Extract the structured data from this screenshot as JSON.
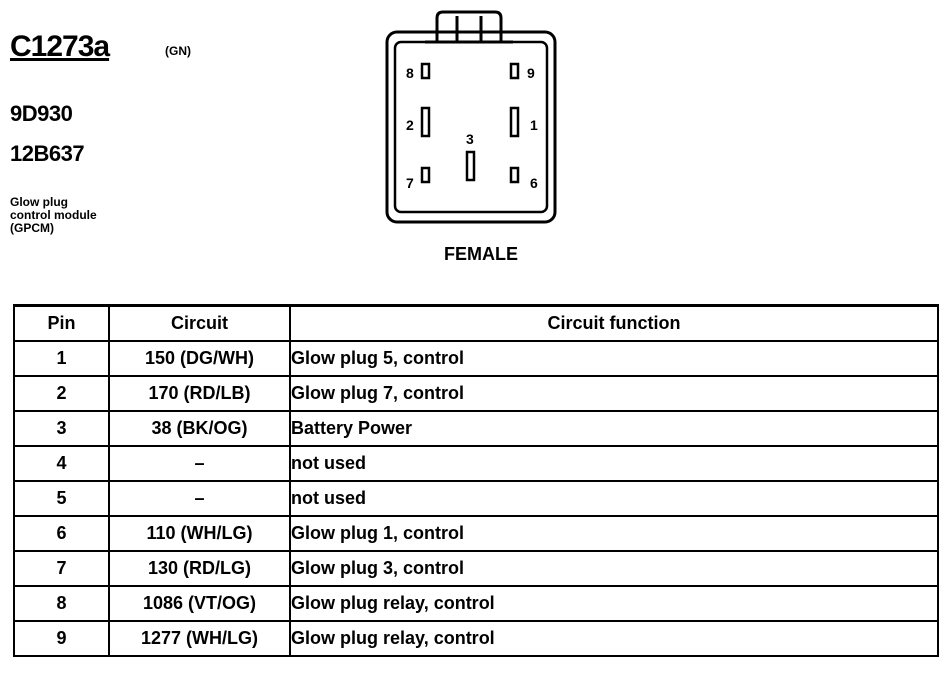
{
  "connector": {
    "id": "C1273a",
    "color_code": "(GN)",
    "part_numbers": [
      "9D930",
      "12B637"
    ],
    "description_lines": [
      "Glow plug",
      "control module",
      "(GPCM)"
    ],
    "view_label": "FEMALE",
    "pin_labels": [
      "8",
      "9",
      "2",
      "1",
      "3",
      "7",
      "6"
    ]
  },
  "table": {
    "headers": {
      "pin": "Pin",
      "circuit": "Circuit",
      "function": "Circuit function"
    },
    "rows": [
      {
        "pin": "1",
        "circuit": "150 (DG/WH)",
        "function": "Glow plug 5, control"
      },
      {
        "pin": "2",
        "circuit": "170 (RD/LB)",
        "function": "Glow plug 7, control"
      },
      {
        "pin": "3",
        "circuit": "38 (BK/OG)",
        "function": "Battery Power"
      },
      {
        "pin": "4",
        "circuit": "–",
        "function": "not used"
      },
      {
        "pin": "5",
        "circuit": "–",
        "function": "not used"
      },
      {
        "pin": "6",
        "circuit": "110 (WH/LG)",
        "function": "Glow plug 1, control"
      },
      {
        "pin": "7",
        "circuit": "130 (RD/LG)",
        "function": "Glow plug 3, control"
      },
      {
        "pin": "8",
        "circuit": "1086 (VT/OG)",
        "function": "Glow plug relay, control"
      },
      {
        "pin": "9",
        "circuit": "1277 (WH/LG)",
        "function": "Glow plug relay, control"
      }
    ]
  }
}
